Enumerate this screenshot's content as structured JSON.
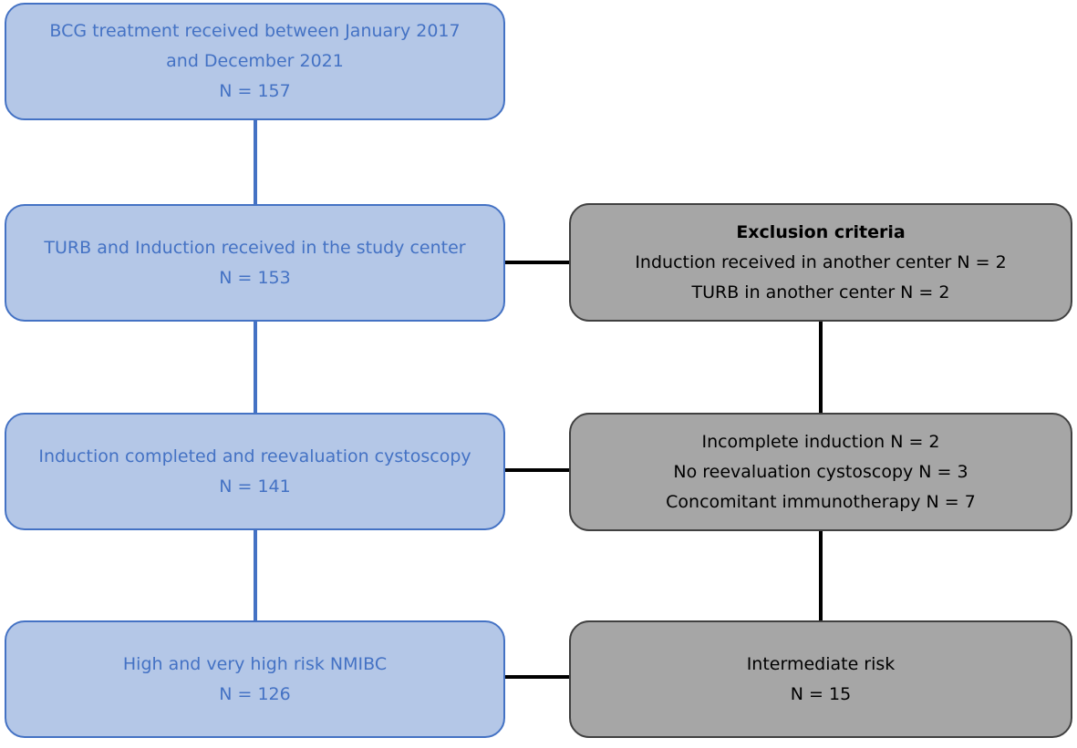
{
  "main_flow": [
    {
      "lines": [
        "BCG treatment received between January 2017",
        "and December 2021",
        "N = 157"
      ]
    },
    {
      "lines": [
        "TURB and Induction received in the study center",
        "N = 153"
      ]
    },
    {
      "lines": [
        "Induction completed and reevaluation cystoscopy",
        "N = 141"
      ]
    },
    {
      "lines": [
        "High and very high risk NMIBC",
        "N = 126"
      ]
    }
  ],
  "exclusions": [
    {
      "title": "Exclusion criteria",
      "lines": [
        "Induction received in another center N = 2",
        "TURB in another center N = 2"
      ]
    },
    {
      "lines": [
        "Incomplete induction N = 2",
        "No reevaluation cystoscopy N = 3",
        "Concomitant immunotherapy N = 7"
      ]
    },
    {
      "lines": [
        "Intermediate risk",
        "N = 15"
      ]
    }
  ],
  "colors": {
    "main_fill": "#b4c7e7",
    "main_border": "#4472c4",
    "main_text": "#4472c4",
    "exclusion_fill": "#a6a6a6",
    "exclusion_border": "#404040",
    "exclusion_text": "#000000"
  }
}
